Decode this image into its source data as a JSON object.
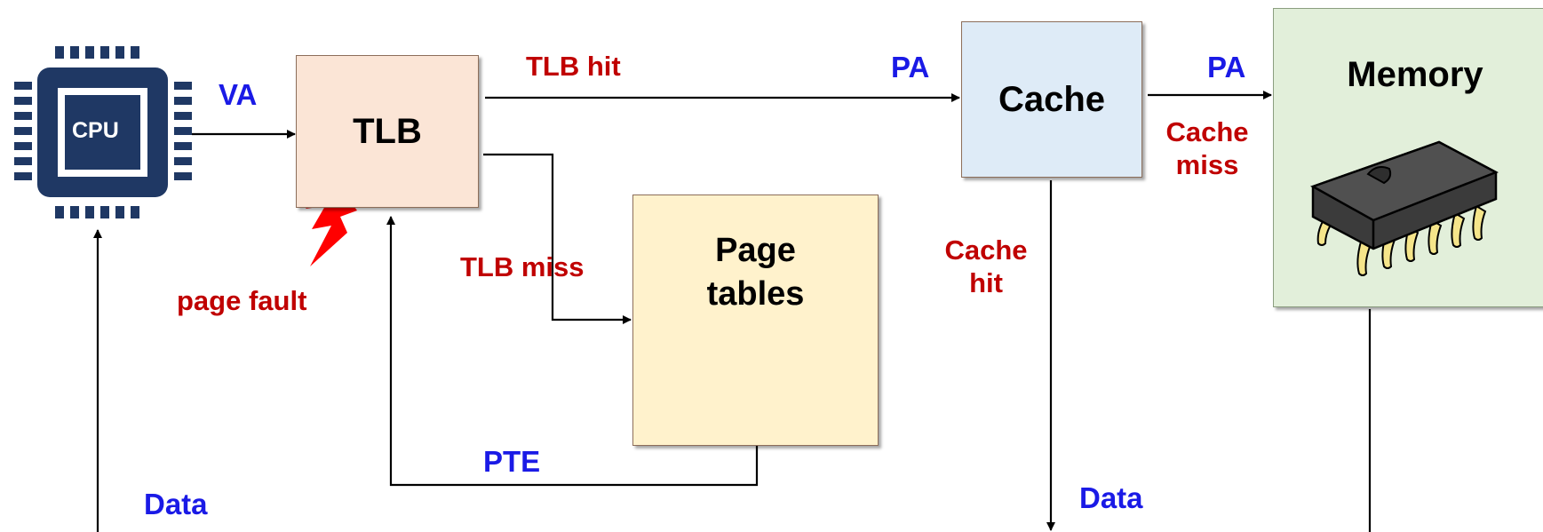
{
  "diagram": {
    "cpu": {
      "chip_label": "CPU",
      "icon": "cpu-chip-icon"
    },
    "tlb": {
      "label": "TLB"
    },
    "cache": {
      "label": "Cache"
    },
    "page_tables": {
      "label_line1": "Page",
      "label_line2": "tables",
      "icon": "table-grid-icon"
    },
    "memory": {
      "label": "Memory",
      "icon": "memory-chip-icon"
    },
    "edge_labels": {
      "va": "VA",
      "tlb_hit": "TLB hit",
      "pa_to_cache": "PA",
      "pa_to_memory": "PA",
      "cache_miss_line1": "Cache",
      "cache_miss_line2": "miss",
      "tlb_miss": "TLB miss",
      "cache_hit_line1": "Cache",
      "cache_hit_line2": "hit",
      "page_fault": "page fault",
      "pte": "PTE",
      "data_to_cpu": "Data",
      "data_from_cache": "Data"
    },
    "colors": {
      "label_red": "#c00000",
      "label_blue": "#1a1ae6",
      "tlb_fill": "#fbe5d6",
      "cache_fill": "#deebf7",
      "page_tables_fill": "#fff2cc",
      "memory_fill": "#e2efda",
      "cpu_fill": "#1f3864",
      "lightning": "#ff0000"
    }
  }
}
